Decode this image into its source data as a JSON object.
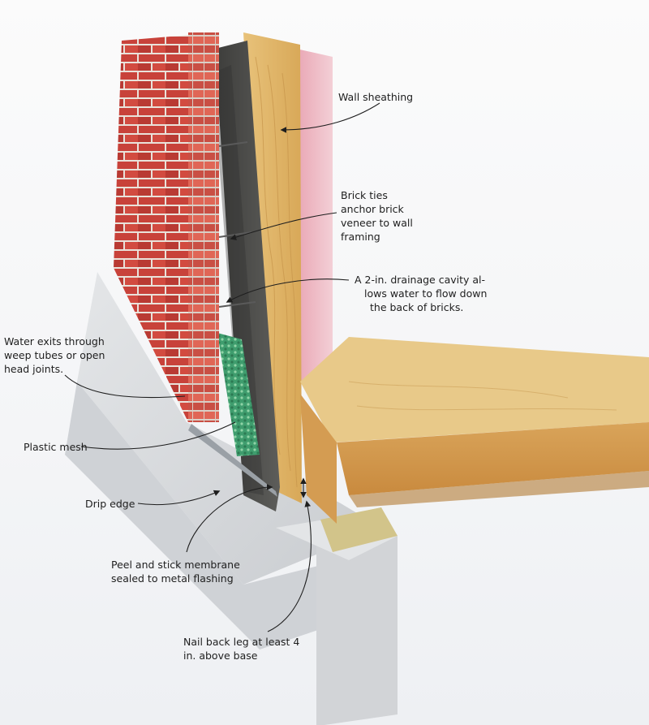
{
  "labels": {
    "wall_sheathing": [
      "Wall sheathing"
    ],
    "brick_ties": [
      "Brick ties",
      "anchor brick",
      "veneer to wall",
      "framing"
    ],
    "drainage_cavity": [
      "A 2-in. drainage cavity al-",
      "lows water to flow down",
      "the back of bricks."
    ],
    "weep": [
      "Water exits through",
      "weep tubes or open",
      "head joints."
    ],
    "plastic_mesh": [
      "Plastic mesh"
    ],
    "drip_edge": [
      "Drip edge"
    ],
    "membrane": [
      "Peel and stick membrane",
      "sealed to metal flashing"
    ],
    "nail_back": [
      "Nail back leg at least 4",
      "in. above base"
    ]
  },
  "colors": {
    "brick": "#c8423a",
    "mortar": "#e9e2da",
    "housewrap": "#4a4a48",
    "sheathing": "#dcb36a",
    "insulation": "#ecb6c0",
    "mesh": "#3f9d6e",
    "concrete": "#d6d8db"
  }
}
